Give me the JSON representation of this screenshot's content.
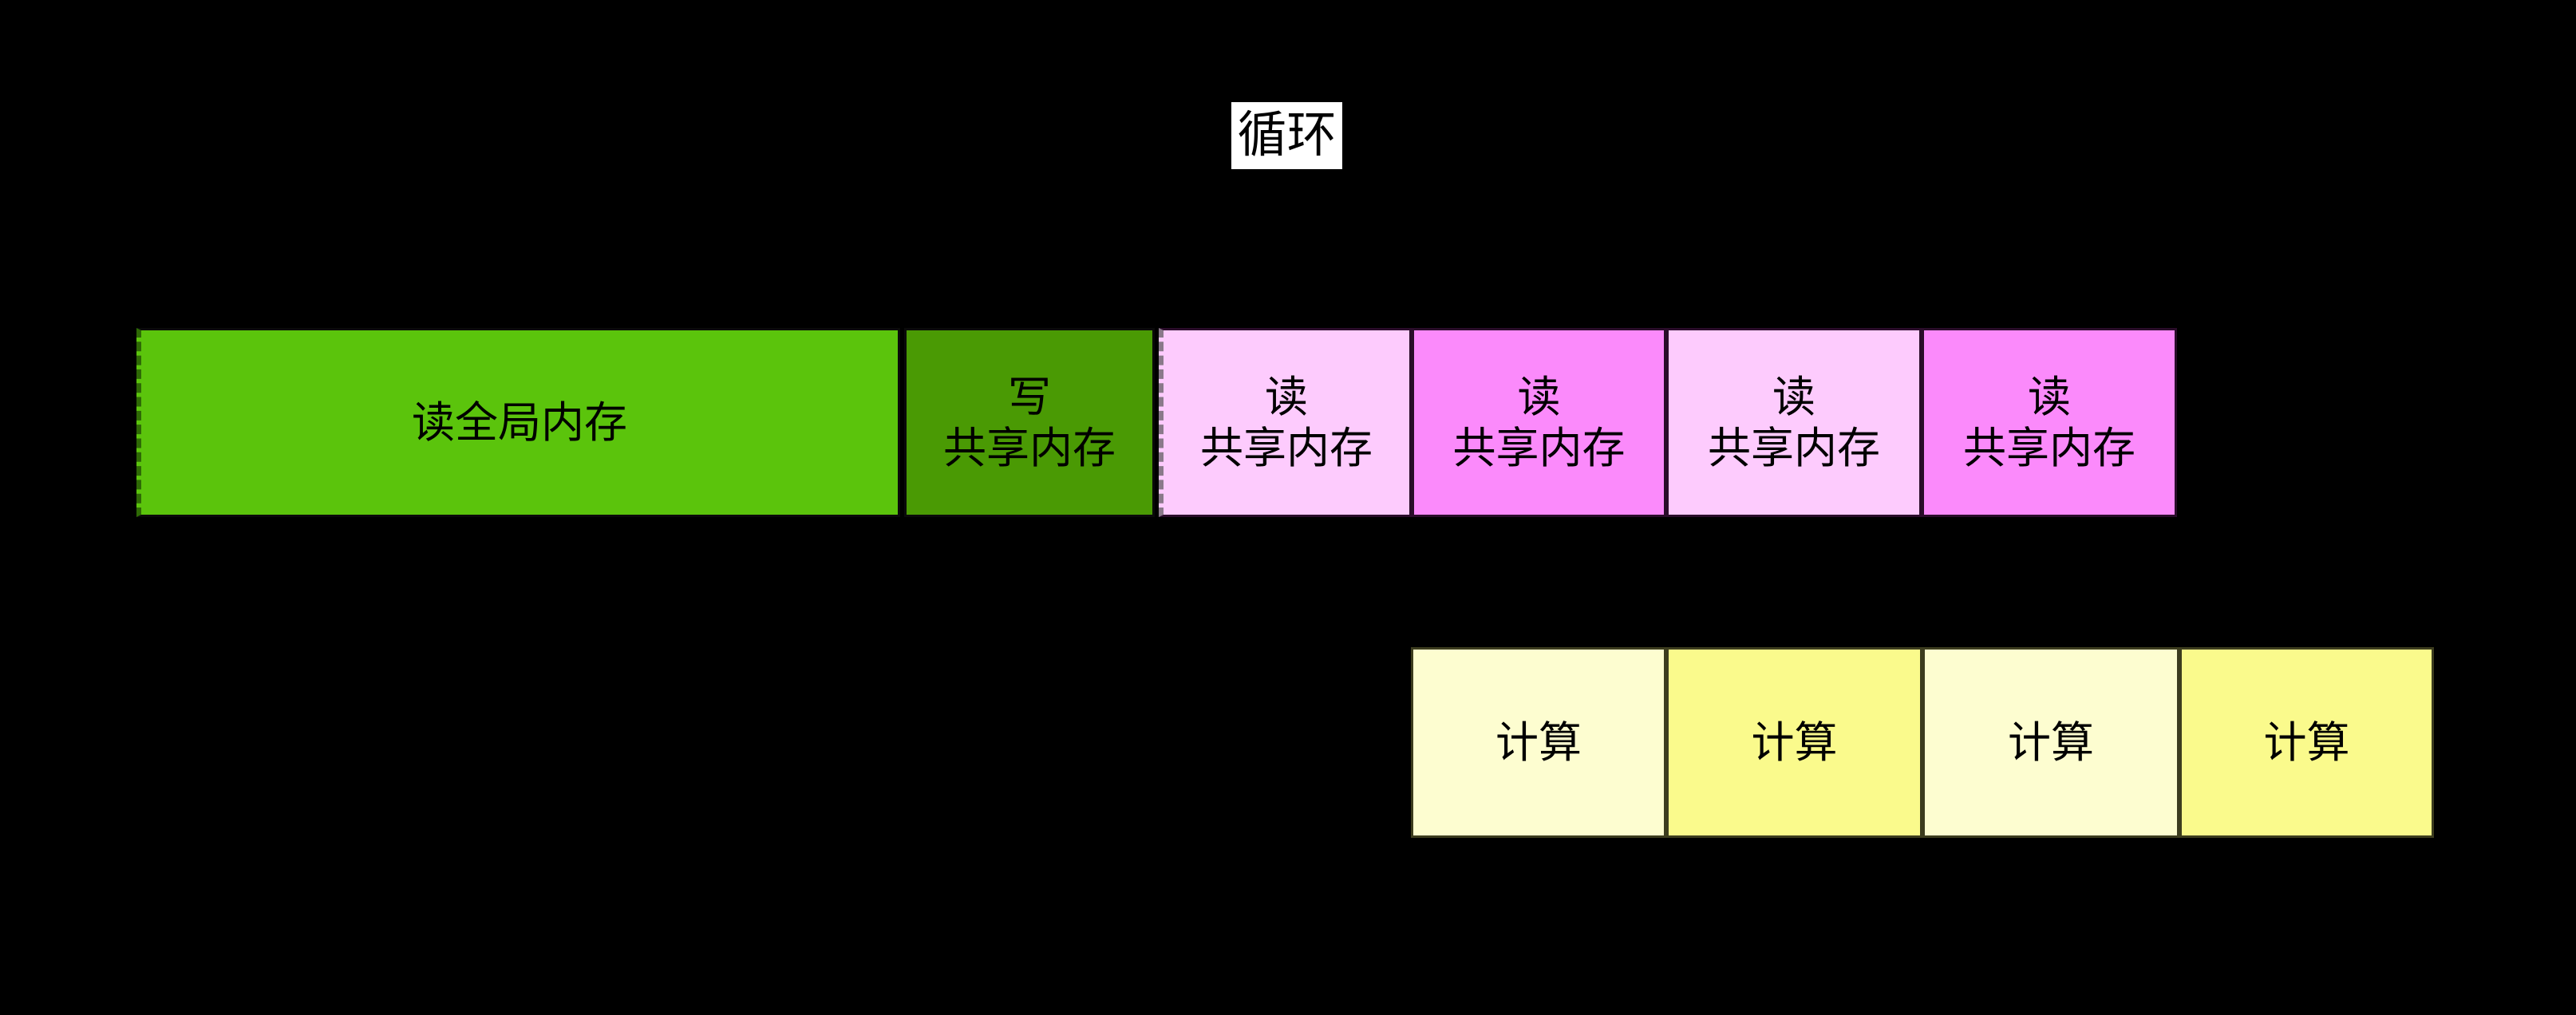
{
  "title": {
    "text": "循环",
    "background": "#ffffff",
    "text_color": "#000000"
  },
  "palette": {
    "page_background": "#000000",
    "green_bright": "#5bc40c",
    "green_dark": "#4a9a04",
    "pink_light": "#fdcbfd",
    "pink_bright": "#fb8afb",
    "yellow_light": "#fdfdd0",
    "yellow_bright": "#fafa8c",
    "label_color": "#000000"
  },
  "memory_row": {
    "boxes": [
      {
        "label": "读全局内存",
        "color": "#5bc40c",
        "left_edge": "dashed"
      },
      {
        "label": "写\n共享内存",
        "color": "#4a9a04",
        "left_edge": "solid"
      },
      {
        "label": "读\n共享内存",
        "color": "#fdcbfd",
        "left_edge": "dashed"
      },
      {
        "label": "读\n共享内存",
        "color": "#fb8afb",
        "left_edge": "solid"
      },
      {
        "label": "读\n共享内存",
        "color": "#fdcbfd",
        "left_edge": "solid"
      },
      {
        "label": "读\n共享内存",
        "color": "#fb8afb",
        "left_edge": "solid"
      }
    ]
  },
  "compute_row": {
    "boxes": [
      {
        "label": "计算",
        "color": "#fdfdd0"
      },
      {
        "label": "计算",
        "color": "#fafa8c"
      },
      {
        "label": "计算",
        "color": "#fdfdd0"
      },
      {
        "label": "计算",
        "color": "#fafa8c"
      }
    ]
  }
}
